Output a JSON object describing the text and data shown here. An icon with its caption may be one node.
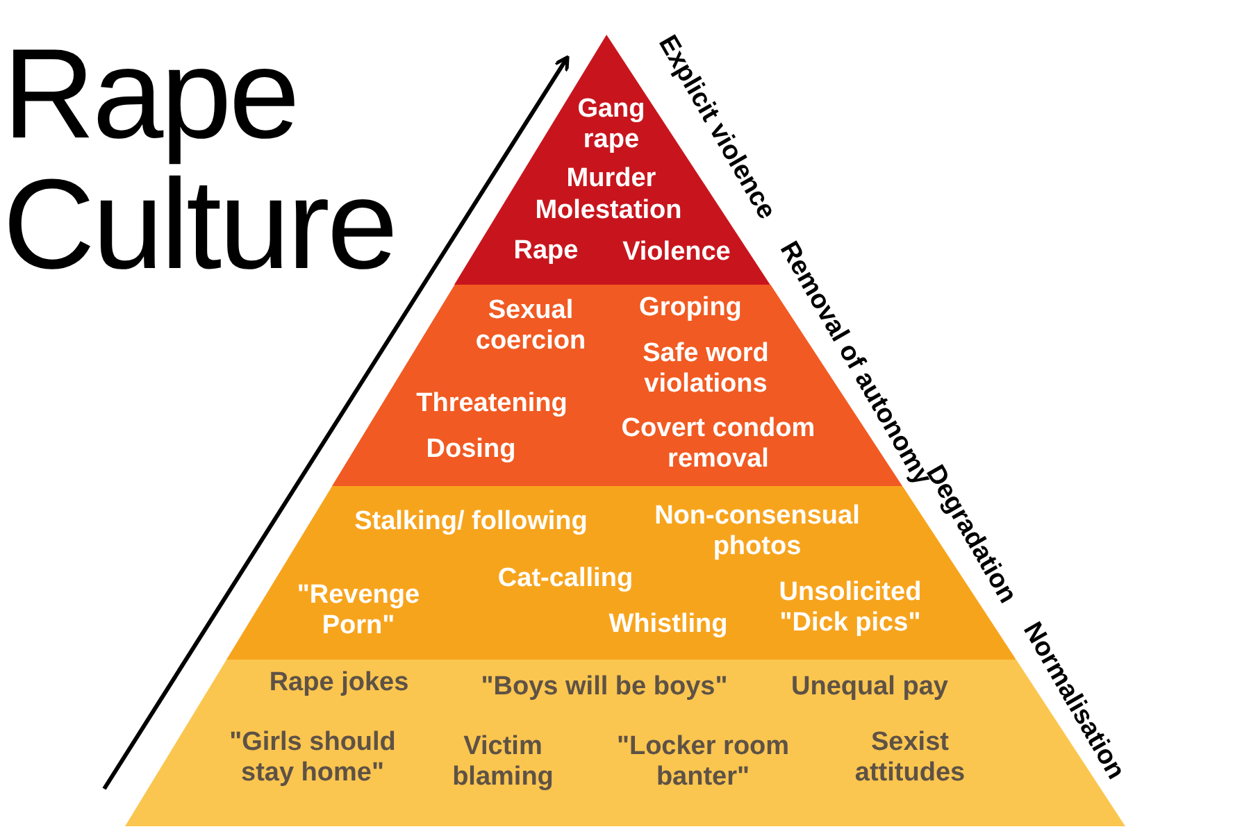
{
  "diagram": {
    "title": "Rape Culture",
    "nodes": [
      {
        "text": [
          "Gang rape",
          "Murder",
          "Molestation",
          "Rape",
          "Violence"
        ],
        "beside": [
          "Explicit violence"
        ]
      },
      {
        "text": [
          "Sexual coercion",
          "Groping",
          "Safe word violations",
          "Threatening",
          "Dosing",
          "Covert condom removal"
        ],
        "beside": [
          "Removal of autonomy"
        ]
      },
      {
        "text": [
          "Stalking/ following",
          "Non-consensual photos",
          "Cat-calling",
          "\"Revenge Porn\"",
          "Whistling",
          "Unsolicited \"Dick pics\""
        ],
        "beside": [
          "Degradation"
        ]
      },
      {
        "text": [
          "Rape jokes",
          "\"Boys will be boys\"",
          "Unequal pay",
          "\"Girls should stay home\"",
          "Victim blaming",
          "\"Locker room banter\"",
          "Sexist attitudes"
        ],
        "beside": [
          "Normalisation"
        ]
      }
    ]
  }
}
